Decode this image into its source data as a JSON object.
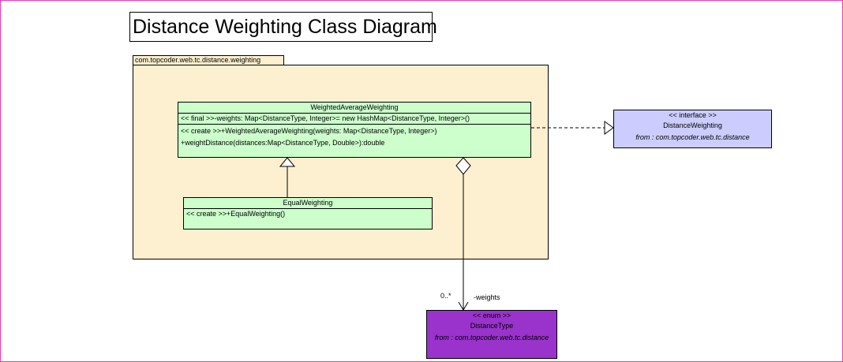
{
  "title": "Distance Weighting Class Diagram",
  "package": {
    "name": "com.topcoder.web.tc.distance.weighting"
  },
  "classes": {
    "weighted_average": {
      "name": "WeightedAverageWeighting",
      "attributes": [
        "<< final >>-weights: Map<DistanceType, Integer>= new HashMap<DistanceType, Integer>()"
      ],
      "operations": [
        "<< create >>+WeightedAverageWeighting(weights: Map<DistanceType, Integer>)",
        "+weightDistance(distances:Map<DistanceType, Double>):double"
      ]
    },
    "equal": {
      "name": "EqualWeighting",
      "operations": [
        "<< create >>+EqualWeighting()"
      ]
    }
  },
  "interface": {
    "stereotype": "<< interface >>",
    "name": "DistanceWeighting",
    "from": "from : com.topcoder.web.tc.distance"
  },
  "enum": {
    "stereotype": "<< enum >>",
    "name": "DistanceType",
    "from": "from : com.topcoder.web.tc.distance"
  },
  "association": {
    "multiplicity": "0..*",
    "role": "-weights"
  },
  "colors": {
    "frame": "#e040b0",
    "package": "#fdf0d0",
    "class": "#ccffcc",
    "interface": "#ccccff",
    "enum": "#9933cc"
  }
}
